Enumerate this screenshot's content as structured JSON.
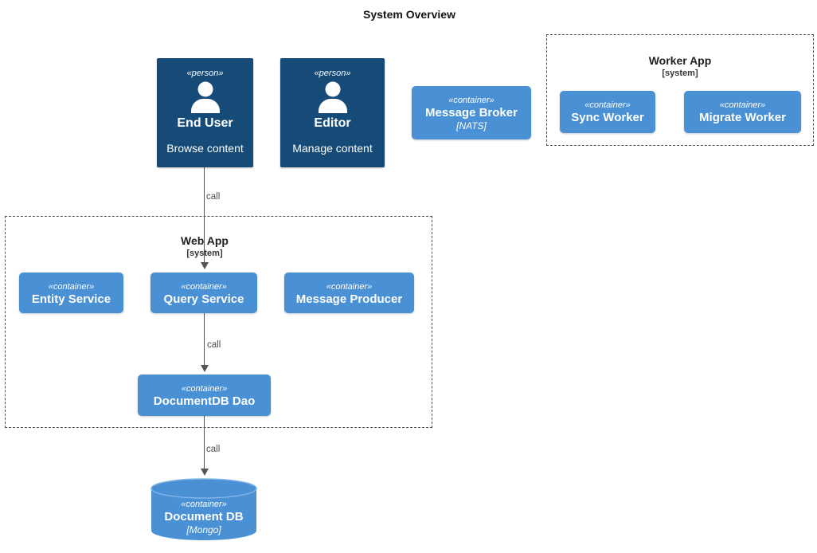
{
  "title": "System Overview",
  "colors": {
    "person_fill": "#164a77",
    "container_fill": "#4a90d5",
    "cylinder_rim": "#7fb2e5",
    "edge": "#555555",
    "edge_label": "#4d4d4d",
    "group_border": "#4d4d4d",
    "group_title": "#1f1f1f",
    "text_on_fill": "#ffffff"
  },
  "nodes": {
    "end_user": {
      "stereotype": "«person»",
      "name": "End User",
      "description": "Browse content",
      "icon": "person-icon"
    },
    "editor": {
      "stereotype": "«person»",
      "name": "Editor",
      "description": "Manage content",
      "icon": "person-icon"
    },
    "message_broker": {
      "stereotype": "«container»",
      "name": "Message Broker",
      "technology": "[NATS]"
    },
    "sync_worker": {
      "stereotype": "«container»",
      "name": "Sync Worker"
    },
    "migrate_worker": {
      "stereotype": "«container»",
      "name": "Migrate Worker"
    },
    "entity_service": {
      "stereotype": "«container»",
      "name": "Entity Service"
    },
    "query_service": {
      "stereotype": "«container»",
      "name": "Query Service"
    },
    "message_producer": {
      "stereotype": "«container»",
      "name": "Message Producer"
    },
    "documentdb_dao": {
      "stereotype": "«container»",
      "name": "DocumentDB Dao"
    },
    "document_db": {
      "stereotype": "«container»",
      "name": "Document DB",
      "technology": "[Mongo]",
      "shape": "cylinder"
    }
  },
  "groups": {
    "worker_app": {
      "name": "Worker App",
      "kind": "[system]"
    },
    "web_app": {
      "name": "Web App",
      "kind": "[system]"
    }
  },
  "edges": [
    {
      "from": "end_user",
      "to": "query_service",
      "label": "call"
    },
    {
      "from": "query_service",
      "to": "documentdb_dao",
      "label": "call"
    },
    {
      "from": "documentdb_dao",
      "to": "document_db",
      "label": "call"
    }
  ]
}
